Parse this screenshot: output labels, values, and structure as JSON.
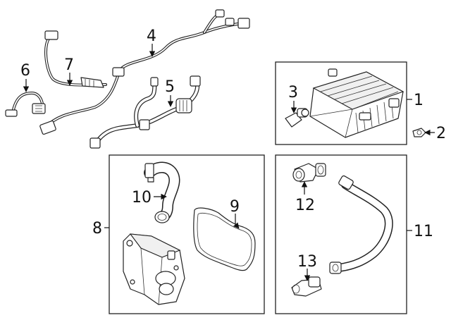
{
  "callouts": {
    "c1": "1",
    "c2": "2",
    "c3": "3",
    "c4": "4",
    "c5": "5",
    "c6": "6",
    "c7": "7",
    "c8": "8",
    "c9": "9",
    "c10": "10",
    "c11": "11",
    "c12": "12",
    "c13": "13"
  },
  "colors": {
    "ink": "#222222",
    "background": "#ffffff"
  }
}
